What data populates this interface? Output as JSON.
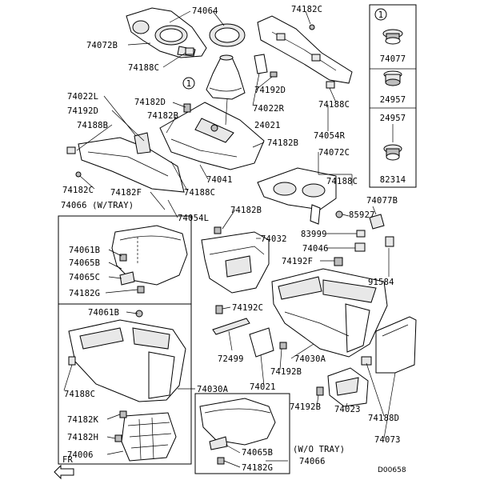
{
  "labels": {
    "l74064": "74064",
    "l74182C_top": "74182C",
    "l74072B": "74072B",
    "l74188C_a": "74188C",
    "l74192D_a": "74192D",
    "l74022R": "74022R",
    "l74188C_b": "74188C",
    "l74054R": "74054R",
    "l74022L": "74022L",
    "l74182D": "74182D",
    "l74192D_b": "74192D",
    "l74182B_a": "74182B",
    "l24021": "24021",
    "l74188B": "74188B",
    "l74182B_b": "74182B",
    "l74072C": "74072C",
    "l74041": "74041",
    "l74188C_c": "74188C",
    "l74182C_l": "74182C",
    "l74182F": "74182F",
    "l74188C_d": "74188C",
    "l74066_tray": "74066 (W/TRAY)",
    "l74054L": "74054L",
    "l74182B_c": "74182B",
    "l74077B": "74077B",
    "l85927": "85927",
    "l83999": "83999",
    "l74032": "74032",
    "l74046": "74046",
    "l74061B_a": "74061B",
    "l74065B_a": "74065B",
    "l74192F": "74192F",
    "l74065C": "74065C",
    "l91584": "91584",
    "l74182G_a": "74182G",
    "l74192C": "74192C",
    "l74061B_b": "74061B",
    "l72499": "72499",
    "l74030A_r": "74030A",
    "l74192B_a": "74192B",
    "l74021": "74021",
    "l74188C_e": "74188C",
    "l74030A_l": "74030A",
    "l74192B_b": "74192B",
    "l74023": "74023",
    "l74188D": "74188D",
    "l74182K": "74182K",
    "l74182H": "74182H",
    "l74006": "74006",
    "l74065B_b": "74065B",
    "l74066_notray": "74066",
    "l74182G_b": "74182G",
    "l74073": "74073",
    "l_wo_tray": "(W/O TRAY)",
    "fr": "FR",
    "drawing_no": "D00658"
  },
  "inset": {
    "callout": "1",
    "parts": [
      "74077",
      "24957",
      "24957",
      "82314"
    ]
  },
  "callout_main": "1"
}
